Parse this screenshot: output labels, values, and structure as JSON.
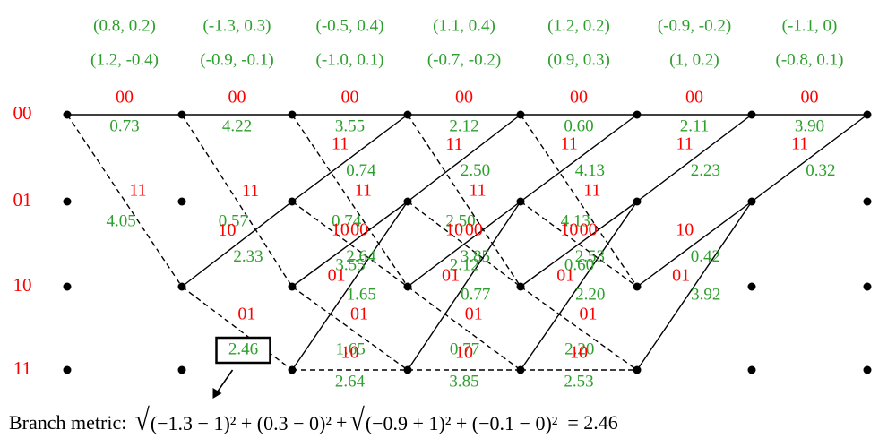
{
  "colors": {
    "received": "#2ca02c",
    "bits": "#ff0000",
    "metric": "#2ca02c",
    "state": "#ff0000",
    "line": "#000000"
  },
  "states": [
    "00",
    "01",
    "10",
    "11"
  ],
  "received": [
    [
      "(0.8, 0.2)",
      "(1.2, -0.4)"
    ],
    [
      "(-1.3, 0.3)",
      "(-0.9, -0.1)"
    ],
    [
      "(-0.5, 0.4)",
      "(-1.0, 0.1)"
    ],
    [
      "(1.1, 0.4)",
      "(-0.7, -0.2)"
    ],
    [
      "(1.2, 0.2)",
      "(0.9, 0.3)"
    ],
    [
      "(-0.9, -0.2)",
      "(1, 0.2)"
    ],
    [
      "(-1.1, 0)",
      "(-0.8, 0.1)"
    ]
  ],
  "branches": [
    {
      "stage": 0,
      "from": 0,
      "to": 0,
      "solid": true,
      "bits": "00",
      "metric": "0.73"
    },
    {
      "stage": 0,
      "from": 0,
      "to": 2,
      "solid": false,
      "bits": "11",
      "metric": "4.05"
    },
    {
      "stage": 1,
      "from": 0,
      "to": 0,
      "solid": true,
      "bits": "00",
      "metric": "4.22"
    },
    {
      "stage": 1,
      "from": 0,
      "to": 2,
      "solid": false,
      "bits": "11",
      "metric": "0.57"
    },
    {
      "stage": 1,
      "from": 2,
      "to": 1,
      "solid": true,
      "bits": "10",
      "metric": "2.33"
    },
    {
      "stage": 1,
      "from": 2,
      "to": 3,
      "solid": false,
      "bits": "01",
      "metric": "2.46"
    },
    {
      "stage": 2,
      "from": 0,
      "to": 0,
      "solid": true,
      "bits": "00",
      "metric": "3.55"
    },
    {
      "stage": 2,
      "from": 0,
      "to": 2,
      "solid": false,
      "bits": "11",
      "metric": "0.74"
    },
    {
      "stage": 2,
      "from": 1,
      "to": 0,
      "solid": true,
      "bits": "11",
      "metric": "0.74"
    },
    {
      "stage": 2,
      "from": 1,
      "to": 2,
      "solid": false,
      "bits": "00",
      "metric": "3.55"
    },
    {
      "stage": 2,
      "from": 2,
      "to": 1,
      "solid": true,
      "bits": "10",
      "metric": "2.64"
    },
    {
      "stage": 2,
      "from": 2,
      "to": 3,
      "solid": false,
      "bits": "01",
      "metric": "1.65"
    },
    {
      "stage": 2,
      "from": 3,
      "to": 1,
      "solid": true,
      "bits": "01",
      "metric": "1.65"
    },
    {
      "stage": 2,
      "from": 3,
      "to": 3,
      "solid": false,
      "bits": "10",
      "metric": "2.64"
    },
    {
      "stage": 3,
      "from": 0,
      "to": 0,
      "solid": true,
      "bits": "00",
      "metric": "2.12"
    },
    {
      "stage": 3,
      "from": 0,
      "to": 2,
      "solid": false,
      "bits": "11",
      "metric": "2.50"
    },
    {
      "stage": 3,
      "from": 1,
      "to": 0,
      "solid": true,
      "bits": "11",
      "metric": "2.50"
    },
    {
      "stage": 3,
      "from": 1,
      "to": 2,
      "solid": false,
      "bits": "00",
      "metric": "2.12"
    },
    {
      "stage": 3,
      "from": 2,
      "to": 1,
      "solid": true,
      "bits": "10",
      "metric": "3.85"
    },
    {
      "stage": 3,
      "from": 2,
      "to": 3,
      "solid": false,
      "bits": "01",
      "metric": "0.77"
    },
    {
      "stage": 3,
      "from": 3,
      "to": 1,
      "solid": true,
      "bits": "01",
      "metric": "0.77"
    },
    {
      "stage": 3,
      "from": 3,
      "to": 3,
      "solid": false,
      "bits": "10",
      "metric": "3.85"
    },
    {
      "stage": 4,
      "from": 0,
      "to": 0,
      "solid": true,
      "bits": "00",
      "metric": "0.60"
    },
    {
      "stage": 4,
      "from": 0,
      "to": 2,
      "solid": false,
      "bits": "11",
      "metric": "4.13"
    },
    {
      "stage": 4,
      "from": 1,
      "to": 0,
      "solid": true,
      "bits": "11",
      "metric": "4.13"
    },
    {
      "stage": 4,
      "from": 1,
      "to": 2,
      "solid": false,
      "bits": "00",
      "metric": "0.60"
    },
    {
      "stage": 4,
      "from": 2,
      "to": 1,
      "solid": true,
      "bits": "10",
      "metric": "2.53"
    },
    {
      "stage": 4,
      "from": 2,
      "to": 3,
      "solid": false,
      "bits": "01",
      "metric": "2.20"
    },
    {
      "stage": 4,
      "from": 3,
      "to": 1,
      "solid": true,
      "bits": "01",
      "metric": "2.20"
    },
    {
      "stage": 4,
      "from": 3,
      "to": 3,
      "solid": false,
      "bits": "10",
      "metric": "2.53"
    },
    {
      "stage": 5,
      "from": 0,
      "to": 0,
      "solid": true,
      "bits": "00",
      "metric": "2.11"
    },
    {
      "stage": 5,
      "from": 1,
      "to": 0,
      "solid": true,
      "bits": "11",
      "metric": "2.23"
    },
    {
      "stage": 5,
      "from": 2,
      "to": 1,
      "solid": true,
      "bits": "10",
      "metric": "0.42"
    },
    {
      "stage": 5,
      "from": 3,
      "to": 1,
      "solid": true,
      "bits": "01",
      "metric": "3.92"
    },
    {
      "stage": 6,
      "from": 0,
      "to": 0,
      "solid": true,
      "bits": "00",
      "metric": "3.90"
    },
    {
      "stage": 6,
      "from": 1,
      "to": 0,
      "solid": true,
      "bits": "11",
      "metric": "0.32"
    }
  ],
  "highlight": {
    "stage": 1,
    "from": 2,
    "to": 3,
    "metric": "2.46"
  },
  "formula": {
    "label": "Branch metric:",
    "term1": "(−1.3 − 1)² + (0.3 − 0)²",
    "plus": "+",
    "term2": "(−0.9 + 1)² + (−0.1 − 0)²",
    "result": "= 2.46"
  }
}
